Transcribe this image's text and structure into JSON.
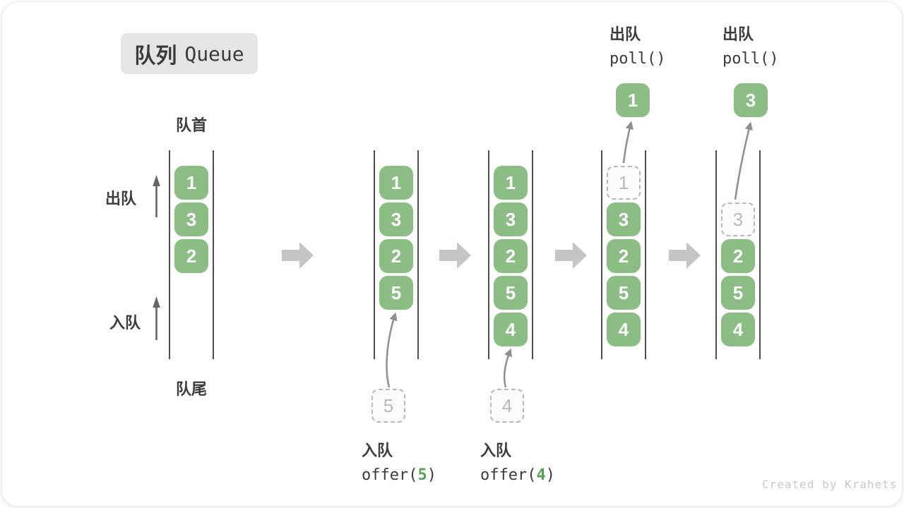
{
  "title": {
    "cjk": "队列",
    "latin": "Queue"
  },
  "labels": {
    "front": "队首",
    "rear": "队尾",
    "dequeue_side": "出队",
    "enqueue_side": "入队"
  },
  "watermark": "Created by Krahets",
  "colors": {
    "box_green": "#8bbd85",
    "code_arg_green": "#56a156",
    "flow_arrow_gray": "#c5c5c5",
    "badge_bg": "#e5e5e5",
    "text_dark": "#3b3b3b",
    "dashed_gray": "#b9b9b9",
    "channel_line": "#4d4d4d"
  },
  "diagram": {
    "type": "queue-operations-sequence",
    "columns": [
      {
        "name": "initial",
        "slots": [
          {
            "value": "1",
            "state": "filled"
          },
          {
            "value": "3",
            "state": "filled"
          },
          {
            "value": "2",
            "state": "filled"
          }
        ]
      },
      {
        "name": "after-offer-5",
        "slots": [
          {
            "value": "1",
            "state": "filled"
          },
          {
            "value": "3",
            "state": "filled"
          },
          {
            "value": "2",
            "state": "filled"
          },
          {
            "value": "5",
            "state": "filled"
          }
        ],
        "staging": {
          "value": "5"
        },
        "operation": {
          "action": "入队",
          "code_pre": "offer(",
          "arg": "5",
          "code_post": ")"
        }
      },
      {
        "name": "after-offer-4",
        "slots": [
          {
            "value": "1",
            "state": "filled"
          },
          {
            "value": "3",
            "state": "filled"
          },
          {
            "value": "2",
            "state": "filled"
          },
          {
            "value": "5",
            "state": "filled"
          },
          {
            "value": "4",
            "state": "filled"
          }
        ],
        "staging": {
          "value": "4"
        },
        "operation": {
          "action": "入队",
          "code_pre": "offer(",
          "arg": "4",
          "code_post": ")"
        }
      },
      {
        "name": "poll-1",
        "slots": [
          {
            "value": "1",
            "state": "removed"
          },
          {
            "value": "3",
            "state": "filled"
          },
          {
            "value": "2",
            "state": "filled"
          },
          {
            "value": "5",
            "state": "filled"
          },
          {
            "value": "4",
            "state": "filled"
          }
        ],
        "popped": {
          "value": "1"
        },
        "operation": {
          "action": "出队",
          "code": "poll()"
        }
      },
      {
        "name": "poll-3",
        "slots": [
          {
            "value": "3",
            "state": "removed"
          },
          {
            "value": "2",
            "state": "filled"
          },
          {
            "value": "5",
            "state": "filled"
          },
          {
            "value": "4",
            "state": "filled"
          }
        ],
        "popped": {
          "value": "3"
        },
        "operation": {
          "action": "出队",
          "code": "poll()"
        }
      }
    ]
  }
}
